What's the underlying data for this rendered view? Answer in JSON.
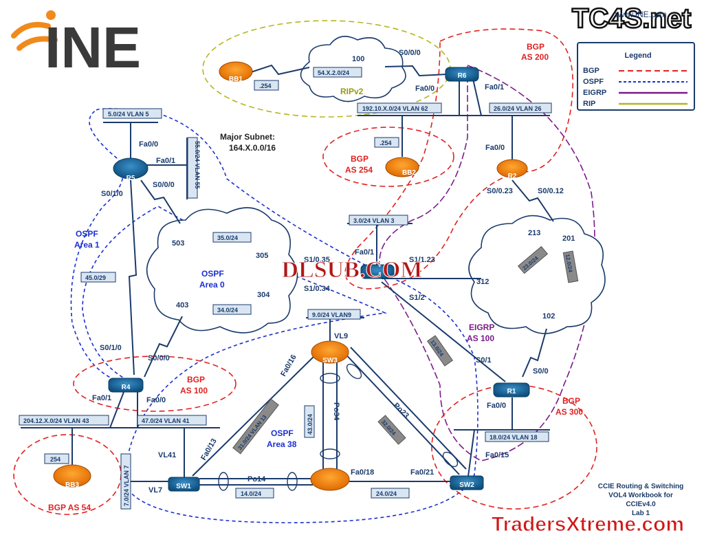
{
  "brand": {
    "logo_text": "INE",
    "corner_logo": "TC4S.net",
    "corner_sub": "www.INE.com",
    "watermark_center": "DLSUB.COM",
    "watermark_bottom": "TradersXtreme.com"
  },
  "legend": {
    "title": "Legend",
    "items": [
      {
        "label": "BGP",
        "color": "#e02020"
      },
      {
        "label": "OSPF",
        "color": "#1a2fd0"
      },
      {
        "label": "EIGRP",
        "color": "#7a1a8a"
      },
      {
        "label": "RIP",
        "color": "#b5b520"
      }
    ]
  },
  "routers": {
    "bb1": "BB1",
    "r6": "R6",
    "r5": "R5",
    "bb2": "BB2",
    "r2": "R2",
    "r4": "R4",
    "sw3": "SW3",
    "r1": "R1",
    "bb3": "BB3",
    "sw1": "SW1",
    "sw2": "SW2"
  },
  "subnets": {
    "s54": "54.X.2.0/24",
    "s192": "192.10.X.0/24 VLAN 62",
    "s26": "26.0/24 VLAN 26",
    "s5": "5.0/24 VLAN 5",
    "s55": "55.0/24 VLAN 55",
    "s254bb1": ".254",
    "s254bb2": ".254",
    "s35": "35.0/24",
    "s34": "34.0/24",
    "s45": "45.0/29",
    "s3": "3.0/24 VLAN 3",
    "s9": "9.0/24 VLAN9",
    "s23": "23.0/24",
    "s12": "12.0/24",
    "s13": "13.0/24",
    "s204": "204.12.X.0/24 VLAN 43",
    "s47": "47.0/24 VLAN 41",
    "s18": "18.0/24 VLAN 18",
    "s254bb3": "254",
    "s7": "7.0/24 VLAN 7",
    "s43": "43.0/24",
    "s3132": "31.0/24 VLAN 13",
    "s32": "32.0/24",
    "s14": "14.0/24",
    "s24": "24.0/24"
  },
  "interfaces": {
    "i100": "100",
    "s000r6": "S0/0/0",
    "fa00r6": "Fa0/0",
    "fa01r6": "Fa0/1",
    "fa00r5": "Fa0/0",
    "fa01r5": "Fa0/1",
    "s010r5": "S0/1/0",
    "s000r5": "S0/0/0",
    "fa00r2": "Fa0/0",
    "s023": "S0/0.23",
    "s012": "S0/0.12",
    "i503": "503",
    "i305": "305",
    "i304": "304",
    "i403": "403",
    "s135": "S1/0.35",
    "s134": "S1/0.34",
    "s123": "S1/1.23",
    "s12r3": "S1/2",
    "fa01r3": "Fa0/1",
    "i213": "213",
    "i201": "201",
    "i312": "312",
    "i102": "102",
    "s010r4": "S0/1/0",
    "s000r4": "S0/0/0",
    "fa01r4": "Fa0/1",
    "fa00r4": "Fa0/0",
    "s01r1": "S0/1",
    "s00r1": "S0/0",
    "fa00r1": "Fa0/0",
    "fa015": "Fa0/15",
    "vl9": "VL9",
    "fa016": "Fa0/16",
    "po34": "Po34",
    "po23": "Po23",
    "vl41": "VL41",
    "vl7": "VL7",
    "fa013": "Fa0/13",
    "po14": "Po14",
    "fa018": "Fa0/18",
    "fa021": "Fa0/21"
  },
  "areas": {
    "major_title": "Major Subnet:",
    "major_value": "164.X.0.0/16",
    "bgp200": "BGP",
    "bgp200as": "AS 200",
    "bgp254": "BGP",
    "bgp254as": "AS 254",
    "ospf1": "OSPF",
    "ospf1a": "Area 1",
    "ospf0": "OSPF",
    "ospf0a": "Area 0",
    "bgp100": "BGP",
    "bgp100as": "AS 100",
    "eigrp": "EIGRP",
    "eigrpas": "AS 100",
    "ospf38": "OSPF",
    "ospf38a": "Area 38",
    "bgp300": "BGP",
    "bgp300as": "AS 300",
    "bgp54": "BGP AS 54",
    "rip": "RIPv2"
  },
  "footer": {
    "l1": "CCIE Routing & Switching",
    "l2": "VOL4 Workbook for",
    "l3": "CCIEv4.0",
    "l4": "Lab 1"
  }
}
